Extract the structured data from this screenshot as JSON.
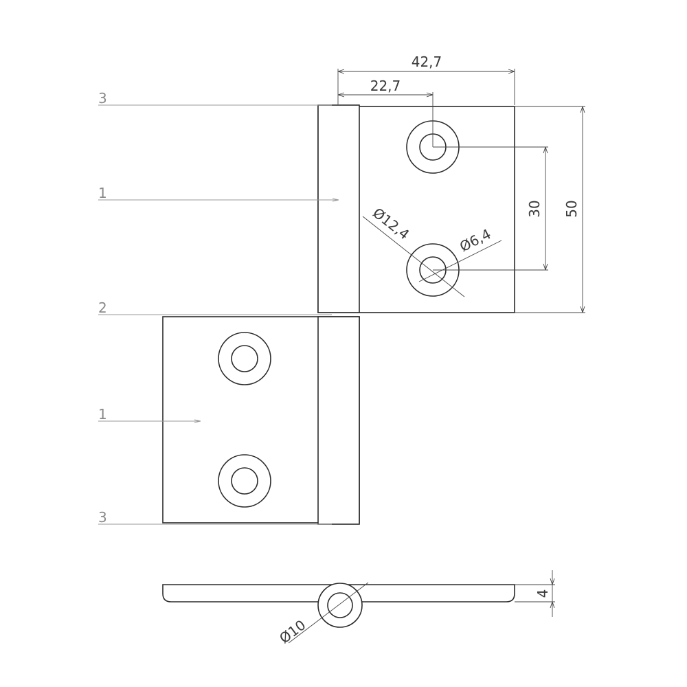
{
  "dimensions": {
    "overall_width": "42,7",
    "hole_offset": "22,7",
    "hole_spacing": "30",
    "overall_height": "50",
    "countersink_diameter": "Ø12,4",
    "hole_diameter": "Ø6,4",
    "knuckle_diameter": "Ø10",
    "thickness": "4"
  },
  "part_references": {
    "top_end": "3",
    "upper_leaf": "1",
    "middle_joint": "2",
    "lower_leaf": "1",
    "bottom_end": "3"
  }
}
